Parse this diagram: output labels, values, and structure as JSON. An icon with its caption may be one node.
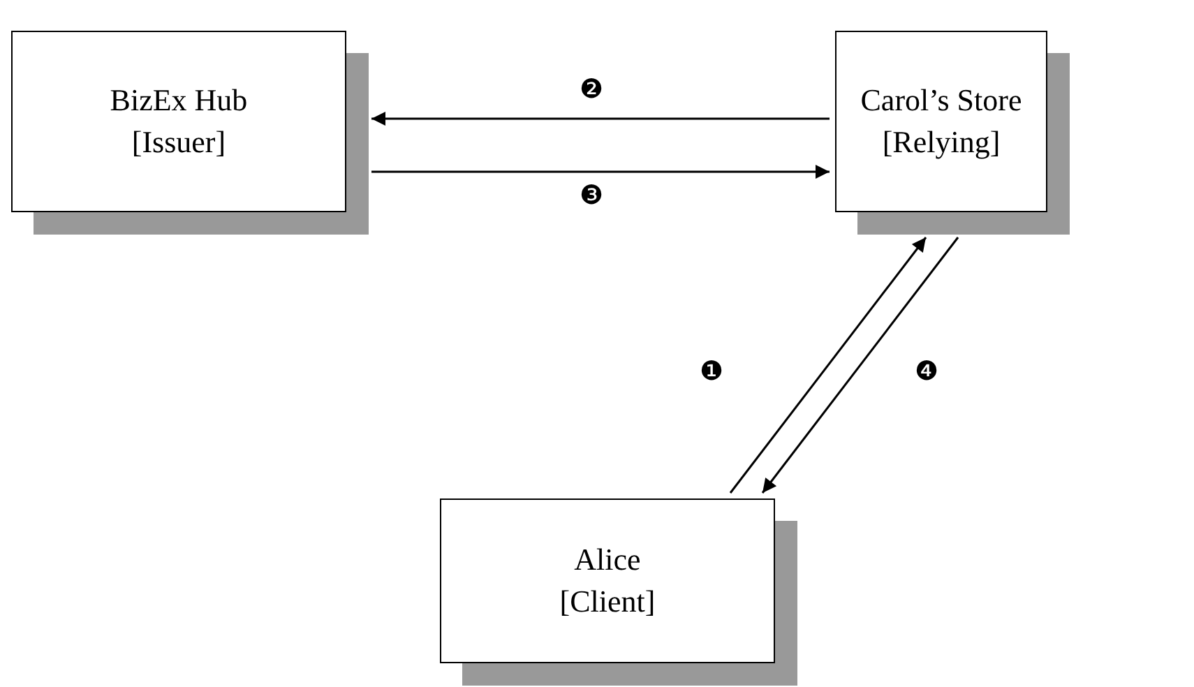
{
  "diagram": {
    "nodes": [
      {
        "text": [
          "BizEx Hub [Issuer]"
        ]
      },
      {
        "text": [
          "Carol’s Store [Relying]"
        ]
      },
      {
        "text": [
          "Alice [Client]"
        ]
      }
    ],
    "edges": [
      {
        "from": 2,
        "to": 1,
        "arrow": "to",
        "label": "❶"
      },
      {
        "from": 1,
        "to": 0,
        "arrow": "to",
        "label": "❷"
      },
      {
        "from": 0,
        "to": 1,
        "arrow": "to",
        "label": "❸"
      },
      {
        "from": 1,
        "to": 2,
        "arrow": "to",
        "label": "❹"
      }
    ]
  }
}
